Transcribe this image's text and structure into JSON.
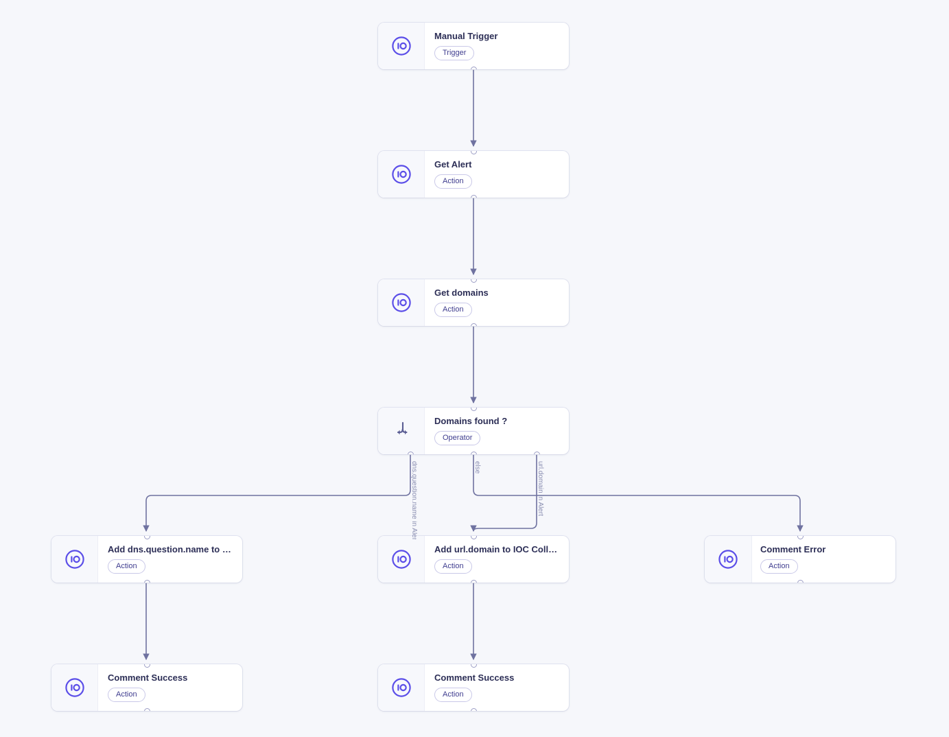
{
  "canvas": {
    "background": "#f6f7fb",
    "accent": "#5b4ee8",
    "edge_color": "#6f72a0",
    "title_color": "#2c2e56",
    "badge_text_color": "#3f3d8f",
    "badge_border_color": "#c9c8e8",
    "label_color": "#8b8fb2"
  },
  "nodes": [
    {
      "id": "manual-trigger",
      "title": "Manual Trigger",
      "badge": "Trigger",
      "icon": "io-logo-icon"
    },
    {
      "id": "get-alert",
      "title": "Get Alert",
      "badge": "Action",
      "icon": "io-logo-icon"
    },
    {
      "id": "get-domains",
      "title": "Get domains",
      "badge": "Action",
      "icon": "io-logo-icon"
    },
    {
      "id": "domains-found",
      "title": "Domains found ?",
      "badge": "Operator",
      "icon": "branch-fork-icon"
    },
    {
      "id": "add-dns-question-name",
      "title": "Add dns.question.name to IOC ...",
      "badge": "Action",
      "icon": "io-logo-icon"
    },
    {
      "id": "add-url-domain",
      "title": "Add url.domain to IOC Collection",
      "badge": "Action",
      "icon": "io-logo-icon"
    },
    {
      "id": "comment-error",
      "title": "Comment Error",
      "badge": "Action",
      "icon": "io-logo-icon"
    },
    {
      "id": "comment-success-left",
      "title": "Comment Success",
      "badge": "Action",
      "icon": "io-logo-icon"
    },
    {
      "id": "comment-success-mid",
      "title": "Comment Success",
      "badge": "Action",
      "icon": "io-logo-icon"
    }
  ],
  "edge_labels": [
    {
      "id": "branch-dns",
      "text": "dns.question.name in Alert"
    },
    {
      "id": "branch-else",
      "text": "else"
    },
    {
      "id": "branch-url",
      "text": "url.domain in Alert"
    }
  ]
}
